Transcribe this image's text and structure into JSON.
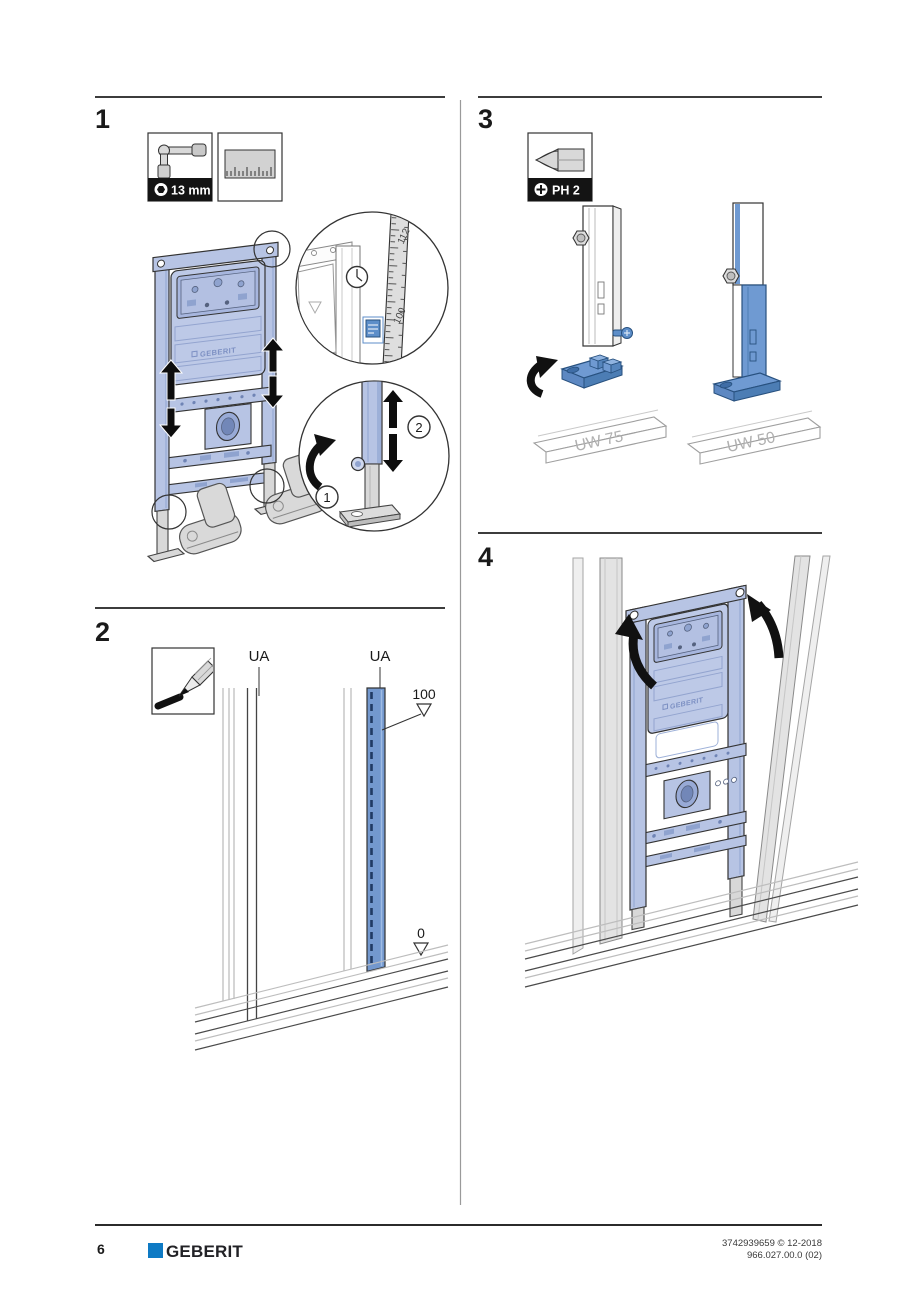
{
  "page": {
    "number": "6",
    "brand": "GEBERIT",
    "ref_line1": "3742939659 © 12-2018",
    "ref_line2": "966.027.00.0 (02)"
  },
  "step1": {
    "number": "1",
    "tool_label": "13 mm",
    "tape_top": "112",
    "tape_bottom": "100",
    "callout1": "1",
    "callout2": "2",
    "frame_logo": "GEBERIT"
  },
  "step2": {
    "number": "2",
    "ua_left": "UA",
    "ua_right": "UA",
    "level_top": "100",
    "level_bottom": "0"
  },
  "step3": {
    "number": "3",
    "tool_label": "PH 2",
    "rail_left": "UW 75",
    "rail_right": "UW 50"
  },
  "step4": {
    "number": "4",
    "frame_logo": "GEBERIT"
  },
  "colors": {
    "frame_blue": "#b7c4e4",
    "frame_blue_light": "#bdc9e7",
    "frame_inner_blue": "#a7b6de",
    "accent_blue": "#6f9ad2",
    "accent_blue_dark": "#28517f",
    "geberit_blue": "#0e7ac4",
    "outline": "#333333"
  }
}
